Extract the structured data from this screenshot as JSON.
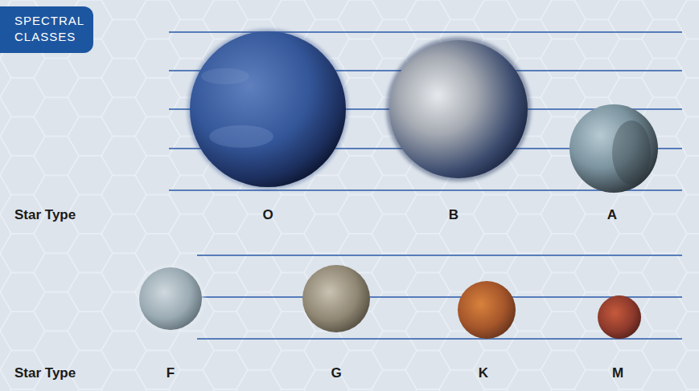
{
  "diagram": {
    "title": "SPECTRAL CLASSES",
    "labels": [
      "Star Type",
      "O",
      "B",
      "A",
      "Star Type",
      "F",
      "G",
      "K",
      "M"
    ]
  }
}
